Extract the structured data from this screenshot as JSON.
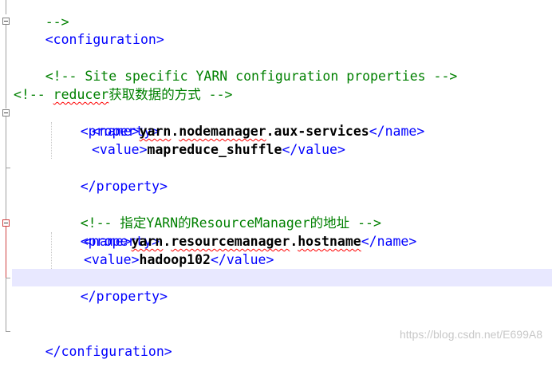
{
  "lines": {
    "l0": "-->",
    "config_open": "<configuration>",
    "comment_site": "<!-- Site specific YARN configuration properties -->",
    "comment_reducer_open": "<!-- ",
    "comment_reducer_word": "reducer",
    "comment_reducer_rest": "获取数据的方式 -->",
    "prop1_open": "<property>",
    "name_open": "<name>",
    "name1_value_a": "yarn",
    "name1_value_dot1": ".",
    "name1_value_b": "nodemanager",
    "name1_value_c": ".aux-services",
    "name_close": "</name>",
    "value_open": "<value>",
    "value1": "mapreduce_shuffle",
    "value_close": "</value>",
    "prop1_close": "</property>",
    "comment_rm": "<!-- 指定YARN的ResourceManager的地址 -->",
    "prop2_open": "<property>",
    "name2_value_a": "yarn",
    "name2_value_dot1": ".",
    "name2_value_b": "resourcemanager",
    "name2_value_dot2": ".",
    "name2_value_c": "hostname",
    "value2": "hadoop102",
    "prop2_close": "</property>",
    "config_close": "</configuration>"
  },
  "watermark": "https://blog.csdn.net/E699A8",
  "colors": {
    "comment": "#008000",
    "tag": "#0000ff",
    "value": "#000000",
    "current_line": "#e8e8ff",
    "squiggle": "#ff0000"
  },
  "icons": [
    "fold-minus-icon",
    "fold-line-icon"
  ]
}
